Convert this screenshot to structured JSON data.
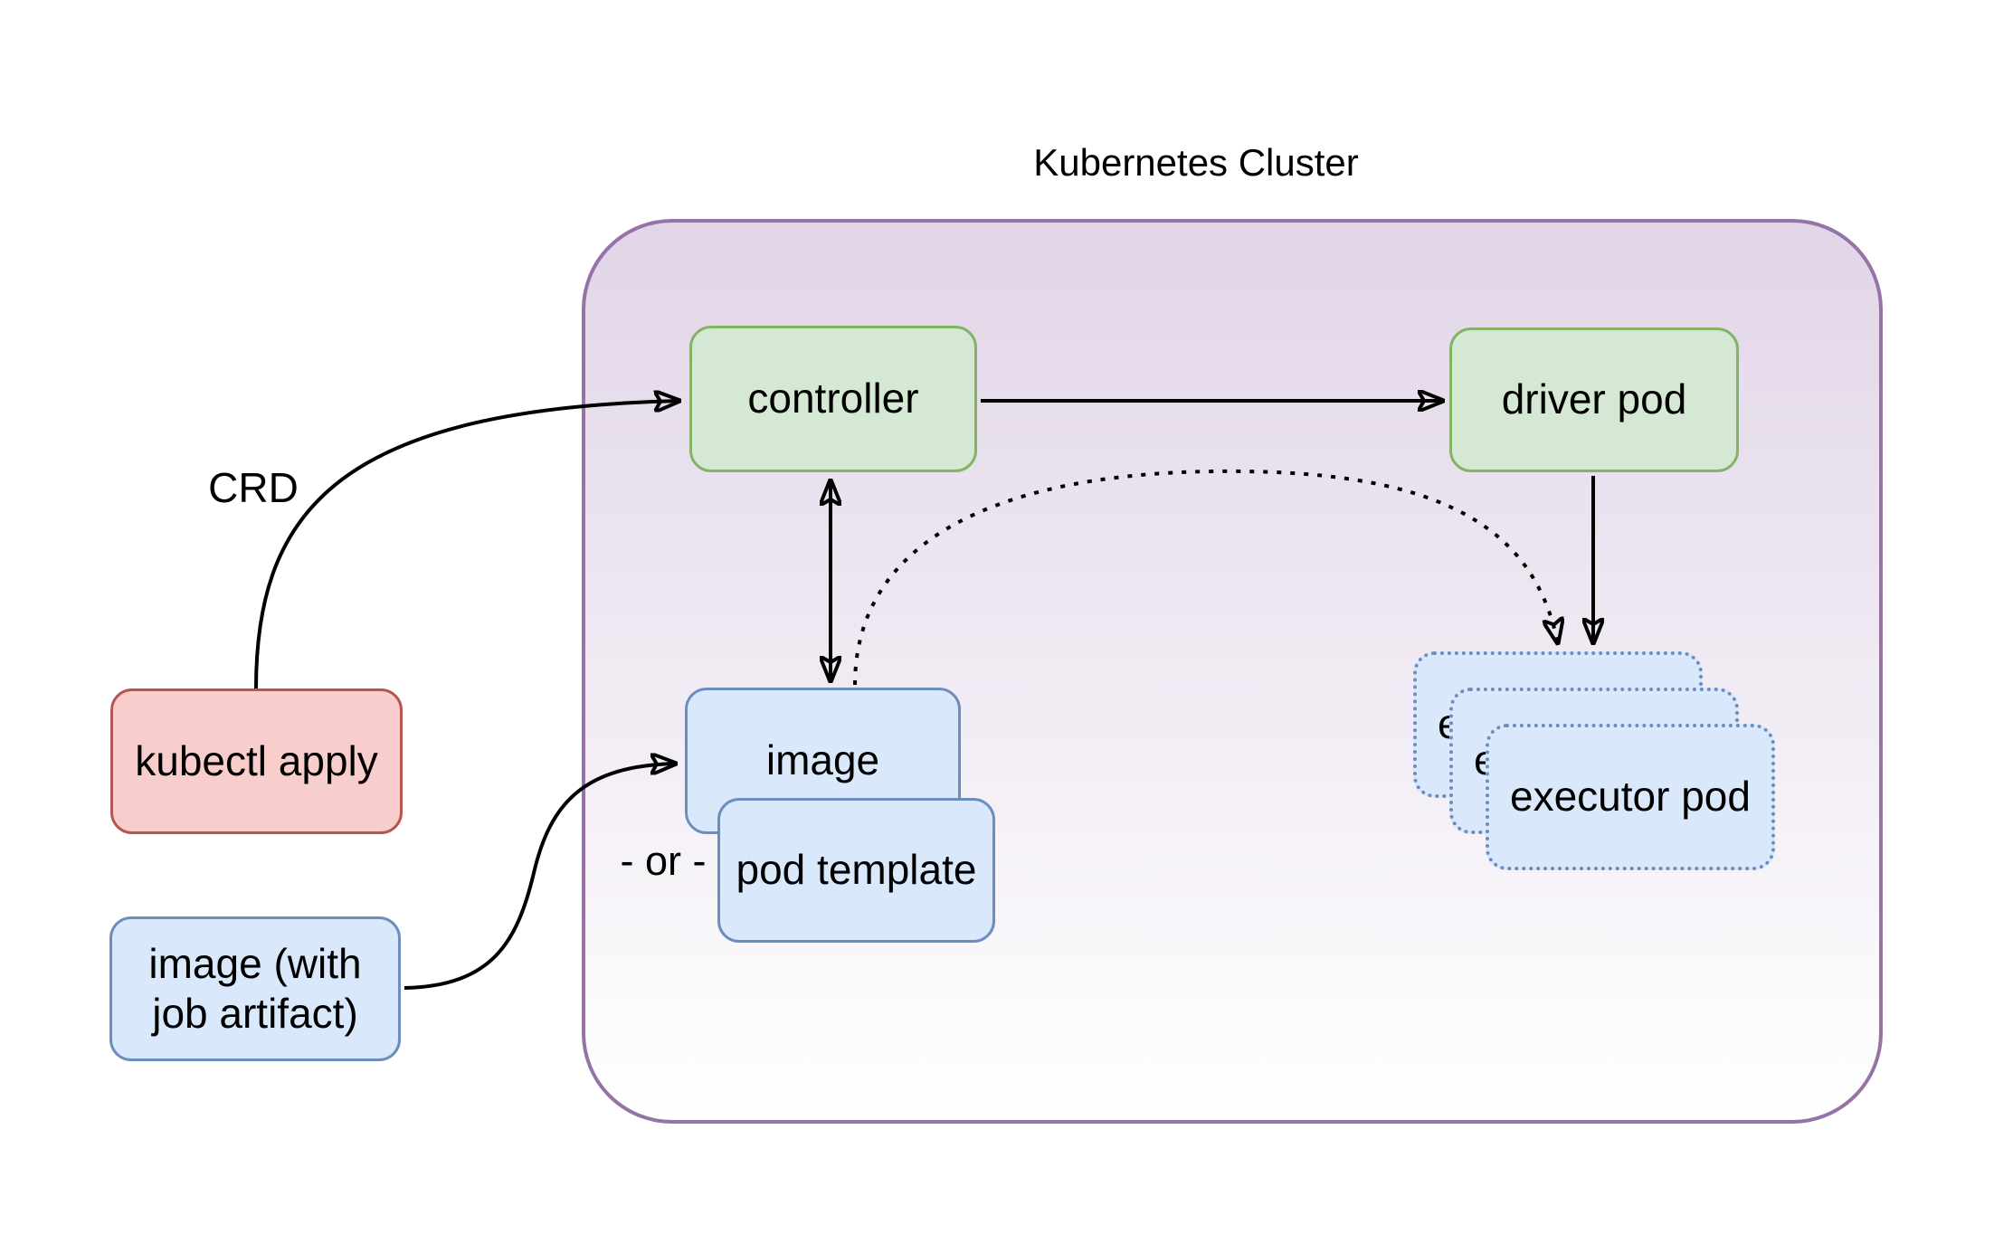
{
  "diagram": {
    "title": "Kubernetes Cluster",
    "nodes": {
      "controller": "controller",
      "driver_pod": "driver pod",
      "image": "image",
      "pod_template": "pod template",
      "kubectl_apply": "kubectl apply",
      "image_with_artifact": "image (with job artifact)",
      "executor_pod": "executor pod"
    },
    "edge_labels": {
      "crd": "CRD",
      "or": "- or -"
    },
    "colors": {
      "cluster_border": "#9673a6",
      "cluster_fill_top": "#e1d5e7",
      "cluster_fill_bottom": "#ffffff",
      "green_fill": "#d5e8d4",
      "green_border": "#82b366",
      "blue_fill": "#dae8fc",
      "blue_border": "#6c8ebf",
      "red_fill": "#f8cecc",
      "red_border": "#b85450",
      "arrow": "#000000",
      "text": "#000000"
    }
  }
}
